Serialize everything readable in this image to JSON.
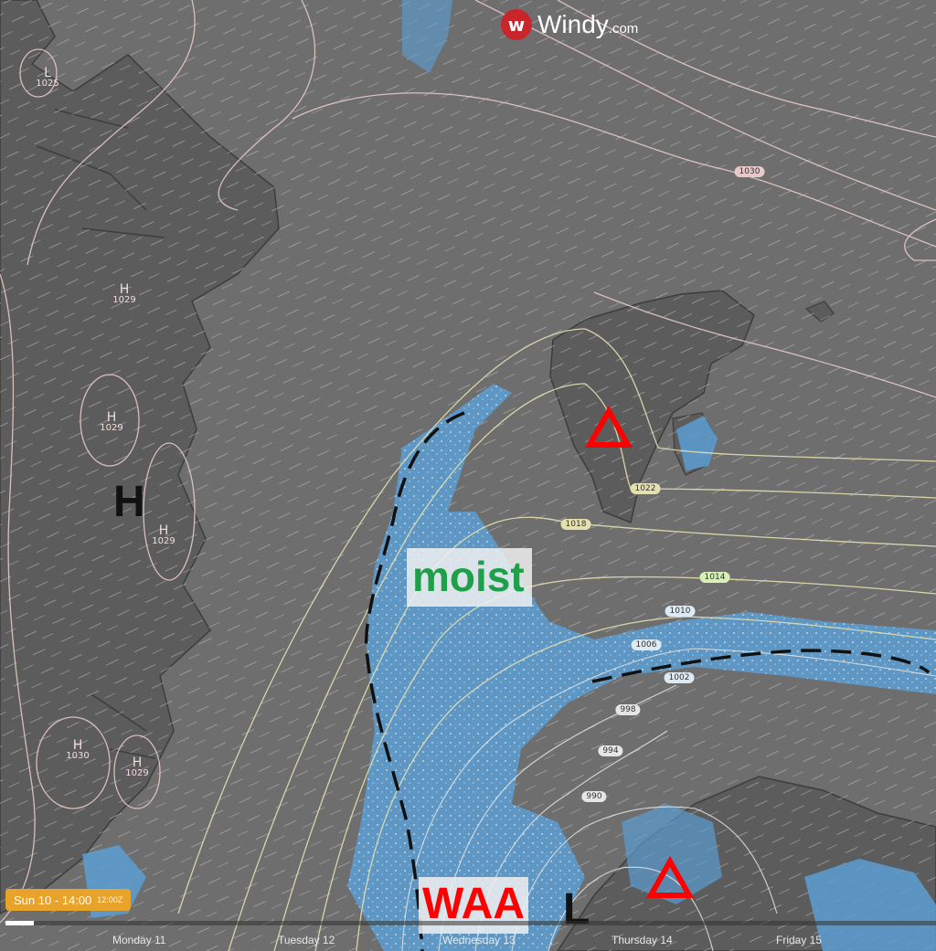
{
  "logo": {
    "name": "Windy",
    "suffix": ".com",
    "icon": "windy-logo-icon"
  },
  "pressure_centers": [
    {
      "letter": "L",
      "value": "1025"
    },
    {
      "letter": "H",
      "value": "1029"
    },
    {
      "letter": "H",
      "value": "1029"
    },
    {
      "letter": "H",
      "value": "1029"
    },
    {
      "letter": "H",
      "value": "1030"
    },
    {
      "letter": "H",
      "value": "1029"
    }
  ],
  "isobar_labels": [
    "1030",
    "1022",
    "1018",
    "1014",
    "1010",
    "1006",
    "1002",
    "998",
    "994",
    "990"
  ],
  "annotations": {
    "big_h": "H",
    "moist": "moist",
    "waa": "WAA",
    "big_l": "L",
    "triangle": "Δ"
  },
  "timeline": {
    "current": "Sun 10 - 14:00",
    "zone": "12:00Z",
    "days": [
      "Monday 11",
      "Tuesday 12",
      "Wednesday 13",
      "Thursday 14",
      "Friday 15"
    ],
    "progress": 0.03
  },
  "colors": {
    "sea": "#6e6e6e",
    "land": "#5c5c5c",
    "precipitation": "#5b9fd4",
    "high_isobar": "#e8c8c8",
    "low_isobar": "#e4e0b0",
    "triangle": "#ff0000",
    "waa": "#ff0000",
    "moist": "#1ea04a",
    "timeline_accent": "#e8a32a"
  }
}
